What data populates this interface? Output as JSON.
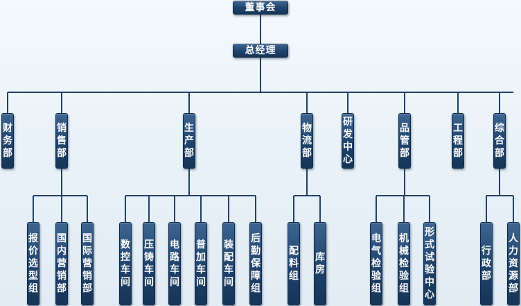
{
  "org": {
    "board": "董事会",
    "gm": "总经理",
    "departments": [
      {
        "name": "财务部",
        "children": []
      },
      {
        "name": "销售部",
        "children": [
          "报价选型组",
          "国内营销部",
          "国际营销部"
        ]
      },
      {
        "name": "生产部",
        "children": [
          "数控车间",
          "压铸车间",
          "电路车间",
          "普加车间",
          "装配车间",
          "后勤保障组"
        ]
      },
      {
        "name": "物流部",
        "children": [
          "配料组",
          "库房"
        ]
      },
      {
        "name": "研发中心",
        "children": []
      },
      {
        "name": "品管部",
        "children": [
          "电气检验组",
          "机械检验组",
          "形式试验中心"
        ]
      },
      {
        "name": "工程部",
        "children": []
      },
      {
        "name": "综合部",
        "children": [
          "行政部",
          "人力资源部"
        ]
      }
    ]
  },
  "colors": {
    "node_bg": "#1f426b",
    "node_text": "#ffffff",
    "line": "#1f3f66",
    "background": "#e8f1f8"
  }
}
